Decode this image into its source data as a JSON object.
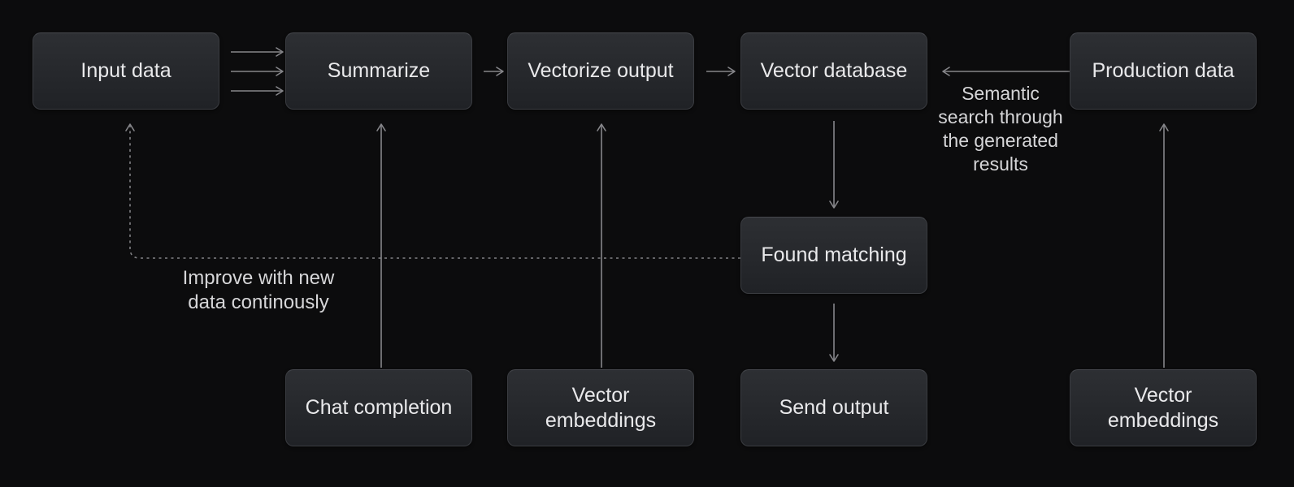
{
  "diagram": {
    "title": "",
    "nodes": {
      "input_data": {
        "label": "Input data"
      },
      "summarize": {
        "label": "Summarize"
      },
      "vectorize_output": {
        "label": "Vectorize output"
      },
      "vector_database": {
        "label": "Vector database"
      },
      "production_data": {
        "label": "Production data"
      },
      "found_matching": {
        "label": "Found matching"
      },
      "chat_completion": {
        "label": "Chat completion"
      },
      "vector_embeddings_left": {
        "label": "Vector embeddings"
      },
      "send_output": {
        "label": "Send output"
      },
      "vector_embeddings_right": {
        "label": "Vector embeddings"
      }
    },
    "annotations": {
      "semantic_search": {
        "text": "Semantic search through the generated results"
      },
      "improve": {
        "text": "Improve with new data continously"
      }
    },
    "edges": [
      {
        "from": "input_data",
        "to": "summarize",
        "style": "solid",
        "note": "three parallel arrows"
      },
      {
        "from": "summarize",
        "to": "vectorize_output",
        "style": "solid"
      },
      {
        "from": "vectorize_output",
        "to": "vector_database",
        "style": "solid"
      },
      {
        "from": "production_data",
        "to": "vector_database",
        "style": "solid",
        "label": "Semantic search through the generated results"
      },
      {
        "from": "vector_database",
        "to": "found_matching",
        "style": "solid"
      },
      {
        "from": "found_matching",
        "to": "send_output",
        "style": "solid"
      },
      {
        "from": "chat_completion",
        "to": "summarize",
        "style": "solid"
      },
      {
        "from": "vector_embeddings_left",
        "to": "vectorize_output",
        "style": "solid"
      },
      {
        "from": "vector_embeddings_right",
        "to": "production_data",
        "style": "solid"
      },
      {
        "from": "found_matching",
        "to": "input_data",
        "style": "dotted",
        "label": "Improve with new data continously"
      }
    ],
    "colors": {
      "background": "#0c0c0d",
      "node_gradient_top": "#2d2f33",
      "node_gradient_bottom": "#202226",
      "node_border": "#3a3c41",
      "node_text": "#e9e9eb",
      "arrow": "#86868a",
      "dotted_arrow": "#828285",
      "annotation_text": "#d6d6d8"
    }
  }
}
